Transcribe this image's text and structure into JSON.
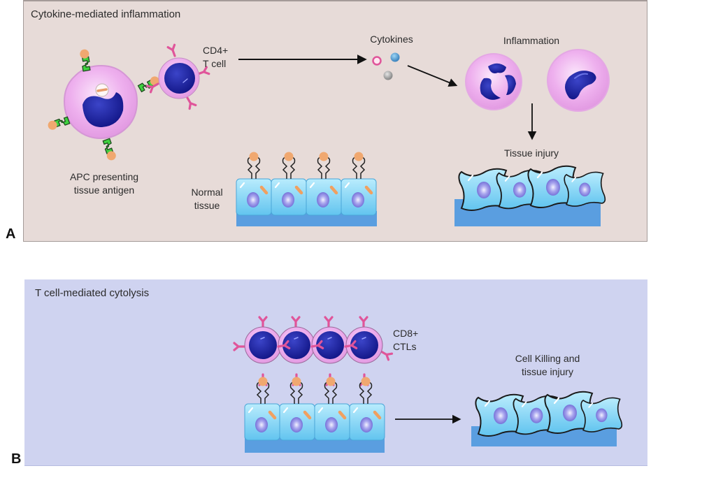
{
  "figure": {
    "panels": [
      {
        "id": "A",
        "letter": "A",
        "title": "Cytokine-mediated inflammation",
        "background": "#e7dbd8",
        "labels": {
          "cd4": "CD4+\nT cell",
          "apc": "APC presenting\ntissue antigen",
          "normal_tissue": "Normal\ntissue",
          "cytokines": "Cytokines",
          "inflammation": "Inflammation",
          "tissue_injury": "Tissue injury"
        },
        "flow": [
          "CD4+ T cell",
          "Cytokines",
          "Inflammation",
          "Tissue injury"
        ]
      },
      {
        "id": "B",
        "letter": "B",
        "title": "T cell-mediated cytolysis",
        "background": "#cfd3f0",
        "labels": {
          "cd8": "CD8+\nCTLs",
          "cell_killing": "Cell Killing and\ntissue injury"
        },
        "flow": [
          "CD8+ CTLs bound to normal tissue",
          "Cell Killing and tissue injury"
        ]
      }
    ],
    "colors": {
      "cytoplasm": "#eaa8ea",
      "nucleus": "#1a1f8f",
      "receptor": "#e0559a",
      "antigen": "#f0a870",
      "mhc": "#3fd23f",
      "epithelium": "#8fd6f5",
      "basement": "#5a9ee0",
      "tissue_nucleus": "#8a86e0"
    }
  }
}
